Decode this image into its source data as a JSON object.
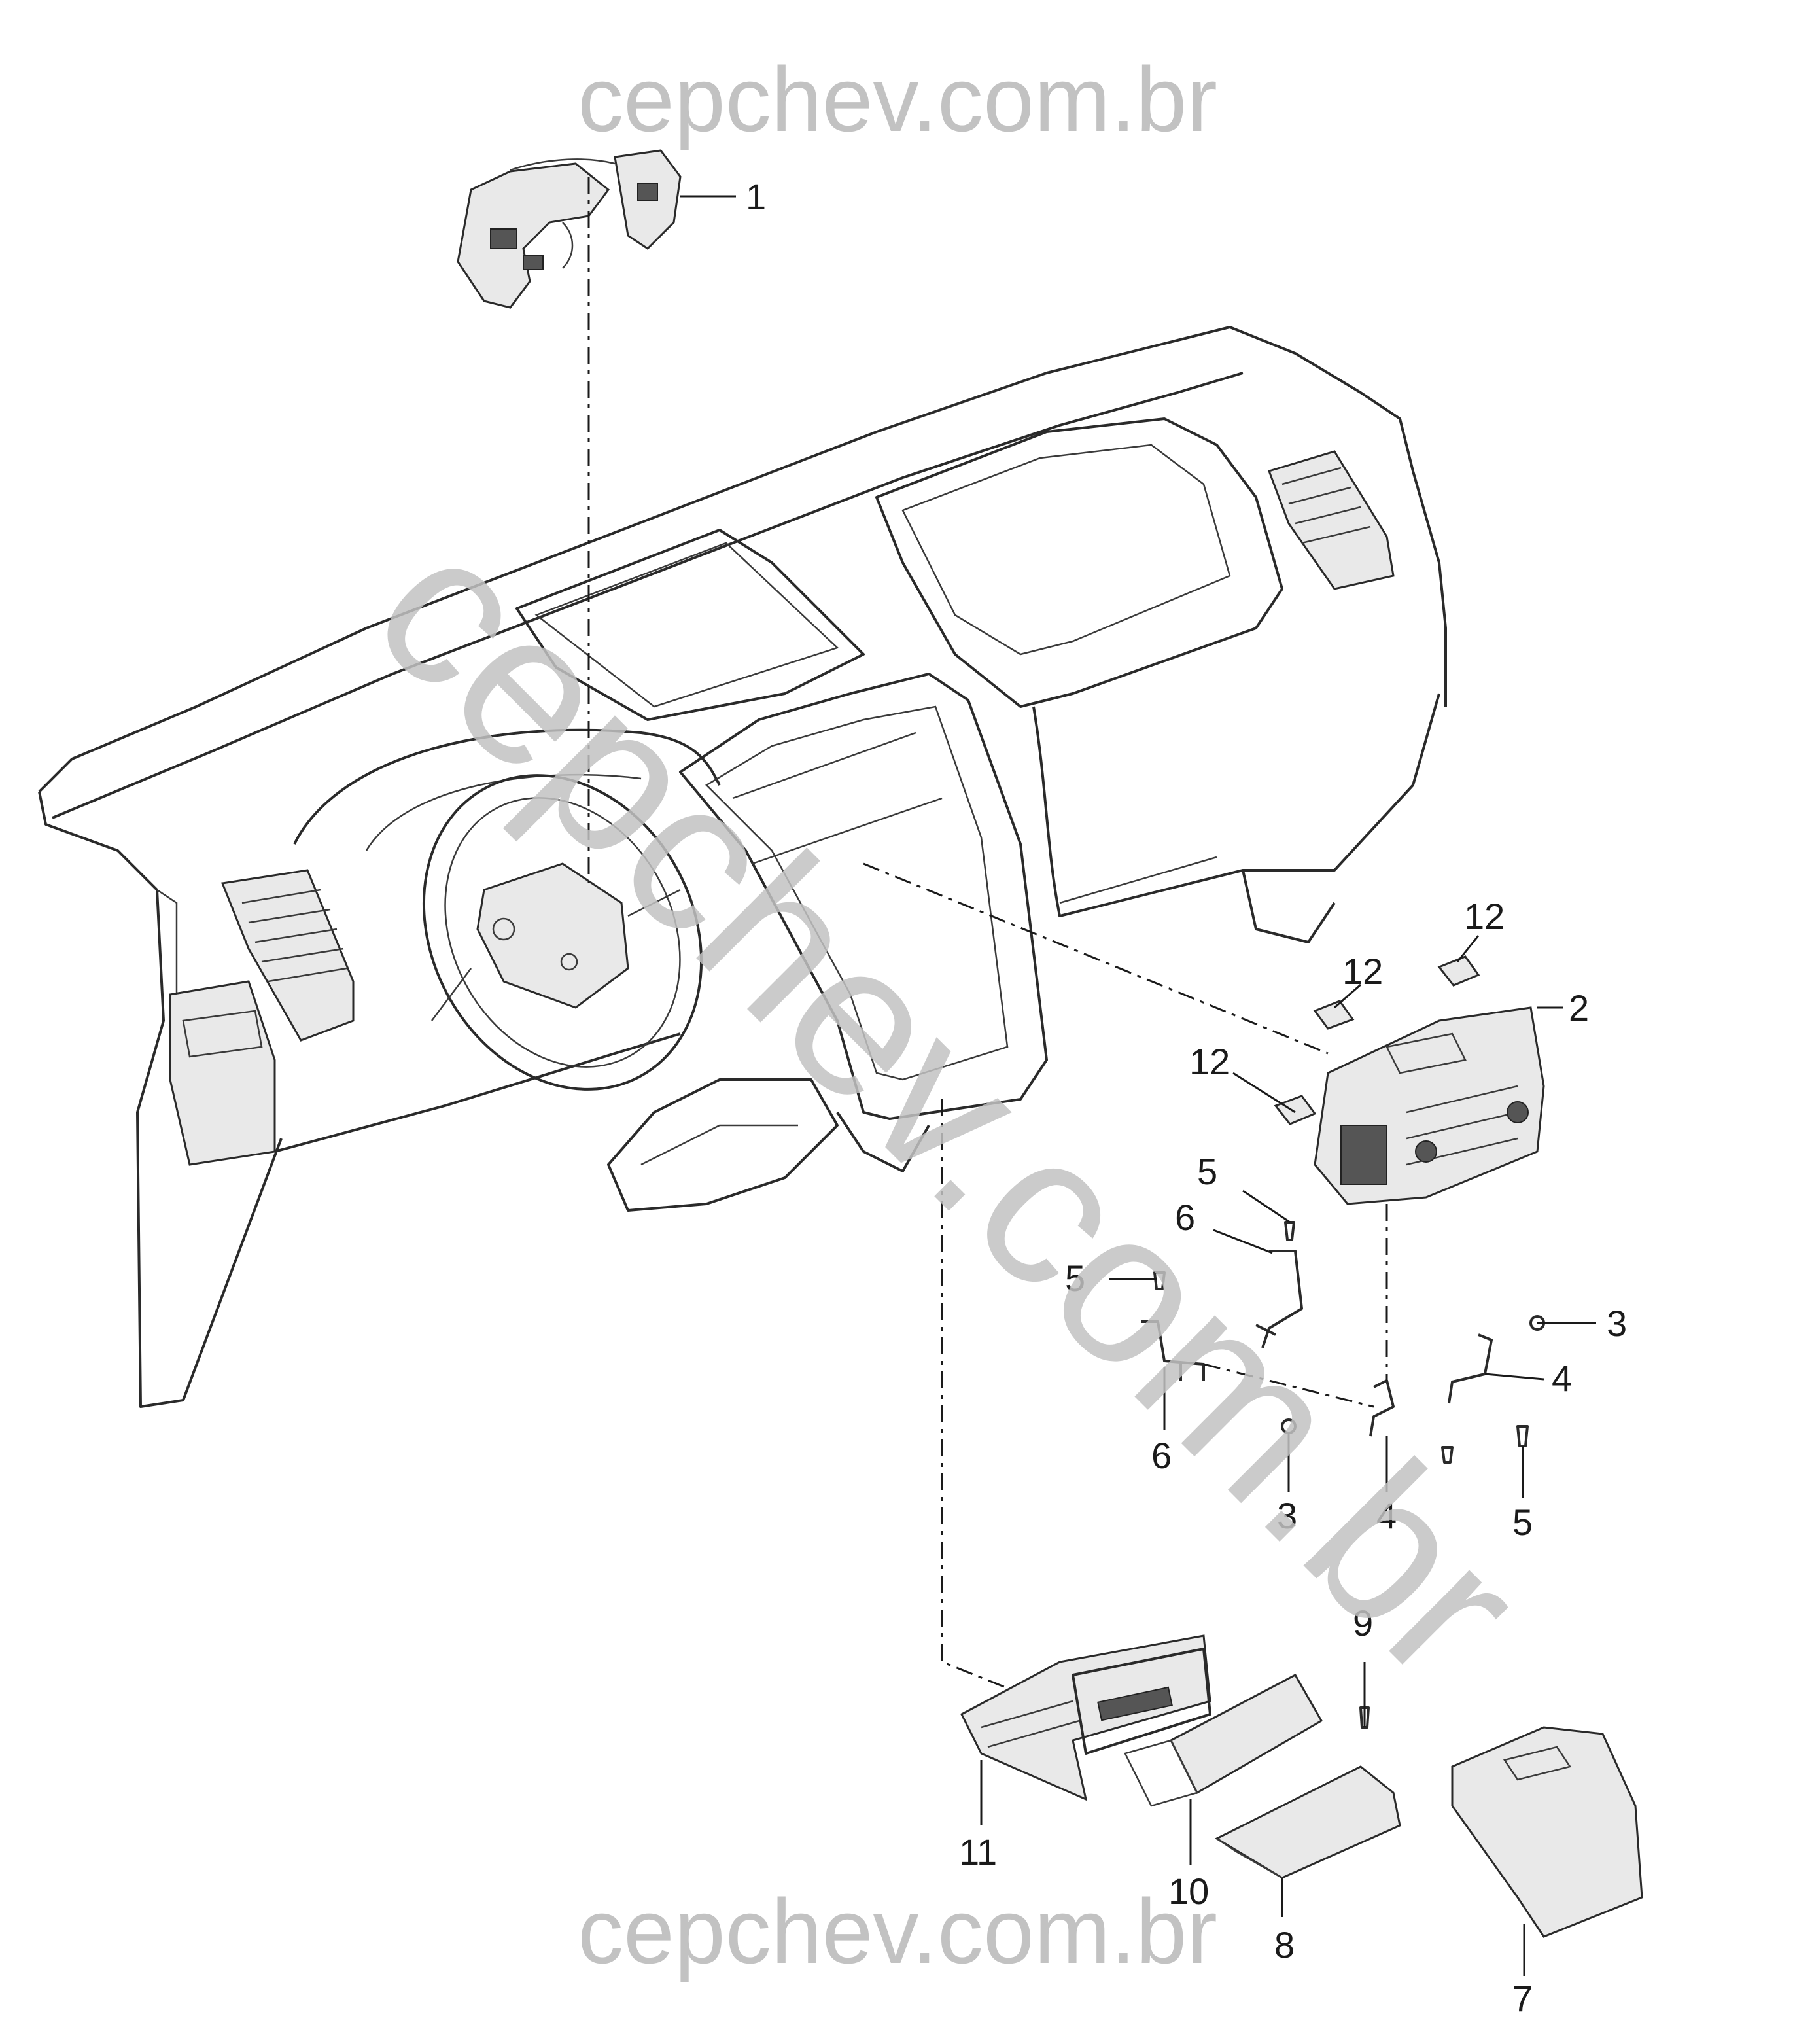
{
  "watermark": {
    "top_text": "cepchev.com.br",
    "bottom_text": "cepchev.com.br",
    "diagonal_text": "cepchev.com.br",
    "color": "#c2c2c2"
  },
  "callouts": {
    "c1": "1",
    "c2": "2",
    "c3a": "3",
    "c3b": "3",
    "c4a": "4",
    "c4b": "4",
    "c5a": "5",
    "c5b": "5",
    "c5c": "5",
    "c6a": "6",
    "c6b": "6",
    "c7": "7",
    "c8": "8",
    "c9": "9",
    "c10": "10",
    "c11": "11",
    "c12a": "12",
    "c12b": "12",
    "c12c": "12"
  }
}
